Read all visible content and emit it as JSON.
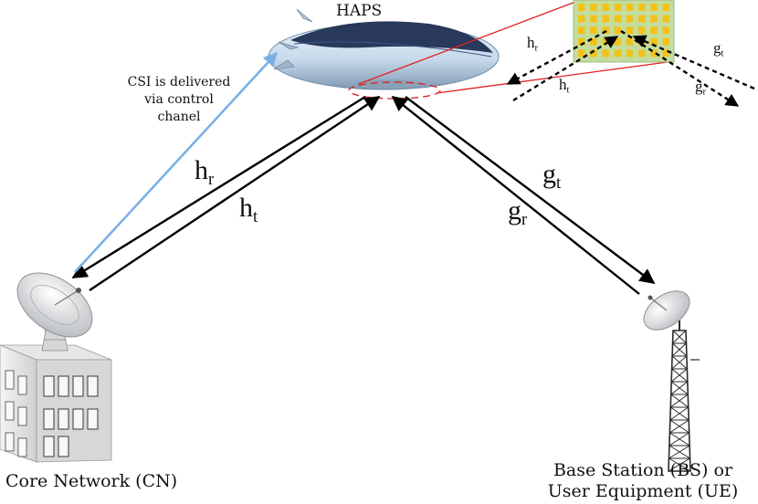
{
  "nodes": {
    "haps": "HAPS",
    "core_network": "Core Network (CN)",
    "base_station": [
      "Base Station (BS) or",
      "User Equipment (UE)"
    ]
  },
  "annotation": [
    "CSI is delivered",
    "via control",
    "chanel"
  ],
  "channels": {
    "hr": {
      "base": "h",
      "sub": "r"
    },
    "ht": {
      "base": "h",
      "sub": "t"
    },
    "gt": {
      "base": "g",
      "sub": "t"
    },
    "gr": {
      "base": "g",
      "sub": "r"
    }
  },
  "colors": {
    "link": "#000000",
    "csi_arrow": "#7ab0e6",
    "zoom": "#e02020",
    "panel": "#c3dd9e",
    "element": "#f2c21b"
  }
}
